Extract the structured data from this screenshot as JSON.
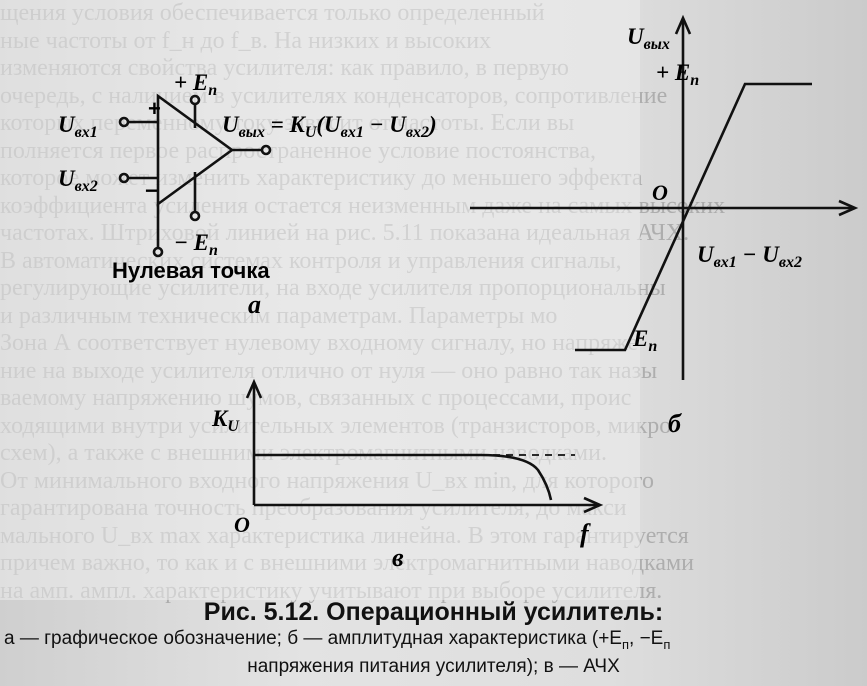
{
  "background_text": [
    "щения условия обеспечивается только определенный",
    "ные частоты от f_н до f_в. На низких и высоких",
    "изменяются свойства усилителя: как правило, в первую",
    "очередь, с наличием в усилителях конденсаторов, сопротивление",
    "которых переменному току зависит от частоты. Если вы",
    "полняется первое распространенное условие постоянства,",
    "которое может изменить характеристику до меньшего эффекта",
    "коэффициента усиления остается неизменным даже на самых высоких",
    "частотах. Штриховой линией на рис. 5.11 показана идеальная АЧХ.",
    "В автоматических системах контроля и управления сигналы,",
    "регулирующие усилители, на входе усилителя пропорциональны",
    "и различным техническим параметрам. Параметры мо",
    "Зона А соответствует нулевому входному сигналу, но напряже",
    "ние на выходе усилителя отлично от нуля — оно равно так назы",
    "ваемому напряжению шумов, связанных с процессами, проис",
    "ходящими внутри усилительных элементов (транзисторов, микро",
    "схем), а также с внешними электромагнитными наводками.",
    "От минимального входного напряжения U_вх min, для которого",
    "гарантирована точность преобразования усилителя, до макси",
    "мального U_вх max характеристика линейна. В этом гарантируется",
    "причем важно, то как и с внешними электромагнитными наводками",
    "на амп. ампл. характеристику учитывают при выборе усилителя."
  ],
  "fig_a": {
    "plus": "+",
    "minus": "−",
    "in1": "U",
    "in1_sub": "вх1",
    "in2": "U",
    "in2_sub": "вх2",
    "supply_pos": "+ E",
    "supply_pos_sub": "п",
    "supply_neg": "− E",
    "supply_neg_sub": "п",
    "formula_lhs": "U",
    "formula_lhs_sub": "вых",
    "formula_mid": " = K",
    "formula_mid_sub": "U",
    "formula_open": "(U",
    "formula_in1_sub": "вх1",
    "formula_dash": " − U",
    "formula_in2_sub": "вх2",
    "formula_close": ")",
    "ground_label": "Нулевая точка",
    "letter": "а"
  },
  "fig_b": {
    "y_label": "U",
    "y_label_sub": "вых",
    "x_label_a": "U",
    "x_label_a_sub": "вх1",
    "x_label_mid": " − U",
    "x_label_b_sub": "вх2",
    "origin": "O",
    "pos_sat": "+ E",
    "pos_sat_sub": "п",
    "neg_sat": "E",
    "neg_sat_sub": "п",
    "letter": "б"
  },
  "fig_c": {
    "y_label": "K",
    "y_label_sub": "U",
    "x_label": "f",
    "origin": "O",
    "letter": "в"
  },
  "caption": {
    "title": "Рис. 5.12. Операционный усилитель:",
    "line1": "а — графическое обозначение; б — амплитудная характеристика (+E",
    "line1_sub1": "п",
    "line1_mid": ", −E",
    "line1_sub2": "п",
    "line2": "напряжения питания усилителя); в — АЧХ"
  }
}
